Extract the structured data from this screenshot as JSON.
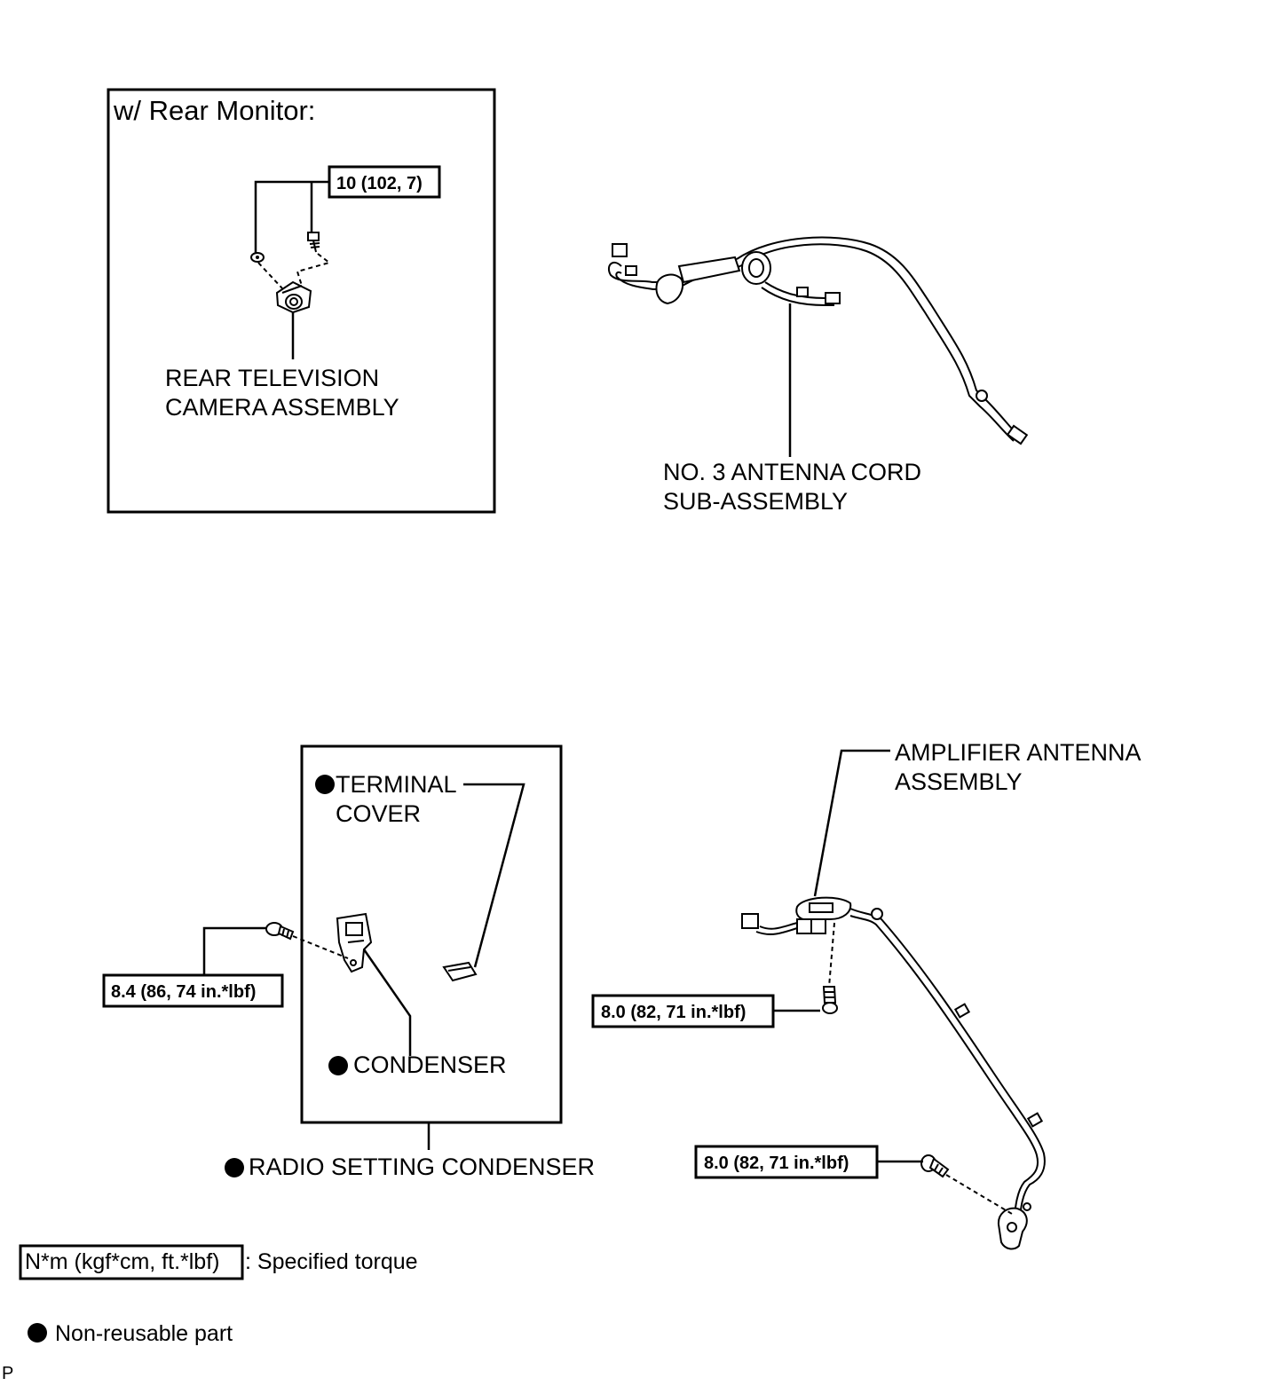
{
  "inset_rear_monitor": {
    "title": "w/ Rear Monitor:",
    "torque": "10 (102, 7)",
    "part_line1": "REAR TELEVISION",
    "part_line2": "CAMERA ASSEMBLY"
  },
  "antenna_cord": {
    "line1": "NO. 3 ANTENNA CORD",
    "line2": "SUB-ASSEMBLY"
  },
  "condenser_group": {
    "terminal_cover_line1": "TERMINAL",
    "terminal_cover_line2": "COVER",
    "condenser": "CONDENSER",
    "radio_setting_condenser": "RADIO SETTING CONDENSER",
    "torque": "8.4 (86, 74 in.*lbf)"
  },
  "amplifier": {
    "line1": "AMPLIFIER ANTENNA",
    "line2": "ASSEMBLY",
    "torque_upper": "8.0 (82, 71 in.*lbf)",
    "torque_lower": "8.0 (82, 71 in.*lbf)"
  },
  "legend": {
    "torque_unit": "N*m (kgf*cm, ft.*lbf)",
    "torque_desc": ": Specified torque",
    "non_reusable": "Non-reusable part"
  },
  "corner_mark": "P"
}
